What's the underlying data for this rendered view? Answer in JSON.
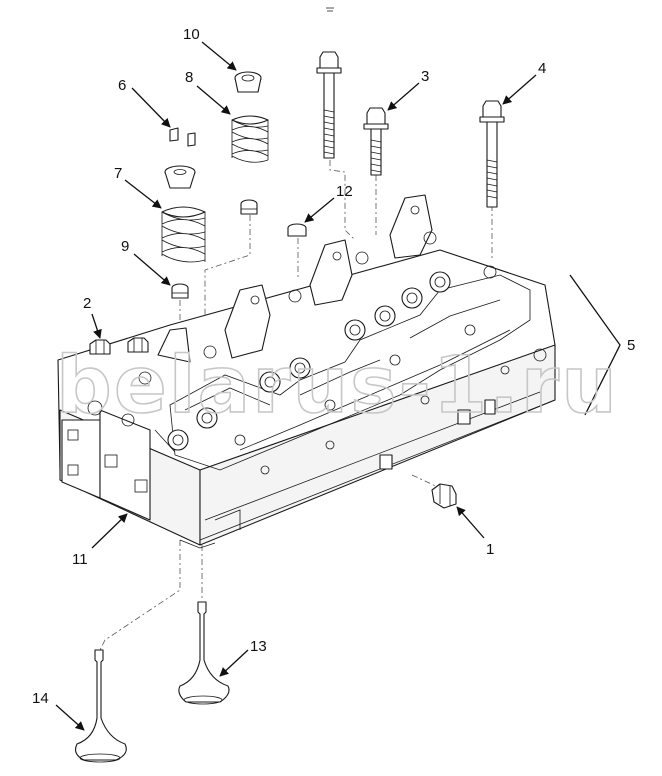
{
  "callouts": [
    {
      "id": "1",
      "label": "1"
    },
    {
      "id": "2",
      "label": "2"
    },
    {
      "id": "3",
      "label": "3"
    },
    {
      "id": "4",
      "label": "4"
    },
    {
      "id": "5",
      "label": "5"
    },
    {
      "id": "6",
      "label": "6"
    },
    {
      "id": "7",
      "label": "7"
    },
    {
      "id": "8",
      "label": "8"
    },
    {
      "id": "9",
      "label": "9"
    },
    {
      "id": "10",
      "label": "10"
    },
    {
      "id": "11",
      "label": "11"
    },
    {
      "id": "12",
      "label": "12"
    },
    {
      "id": "13",
      "label": "13"
    },
    {
      "id": "14",
      "label": "14"
    }
  ],
  "watermark": "belarus-1.ru",
  "colors": {
    "line": "#1a1a1a",
    "watermark": "#c7c7c7",
    "background": "#ffffff"
  }
}
